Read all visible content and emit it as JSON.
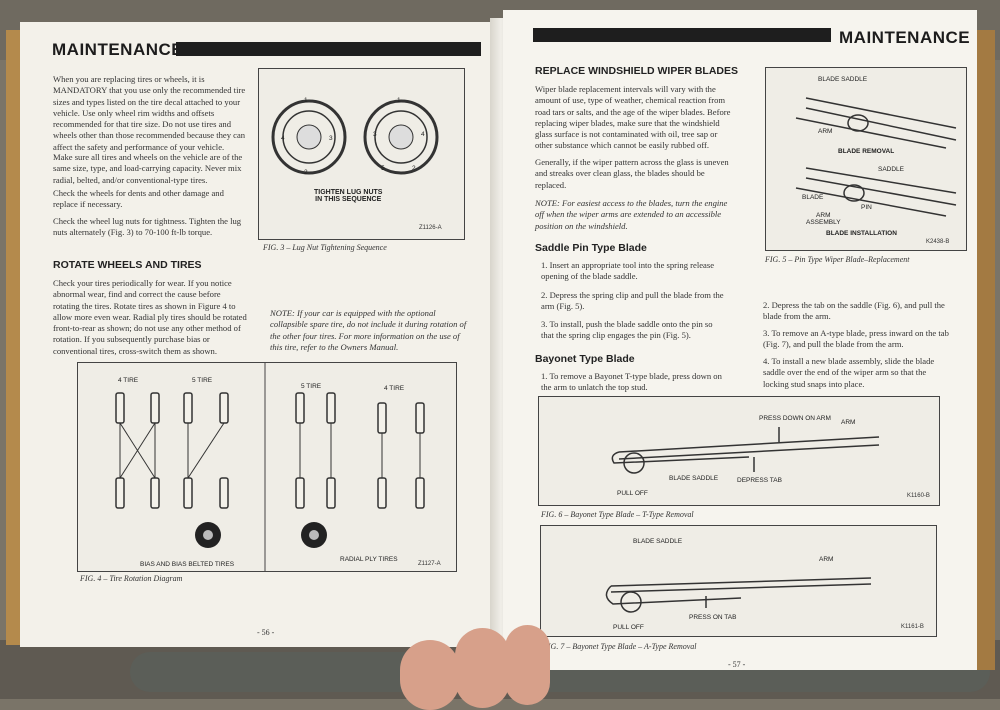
{
  "header": {
    "left": "MAINTENANCE",
    "right": "MAINTENANCE"
  },
  "left_page": {
    "intro": "When you are replacing tires or wheels, it is\nMANDATORY that you use only the recommended tire\nsizes and types listed on the tire decal attached to your\nvehicle. Use only wheel rim widths and offsets\nrecommended for that tire size. Do not use tires and\nwheels other than those recommended because they can\naffect the safety and performance of your vehicle.",
    "p2": "Make sure all tires and wheels on the vehicle are of the\nsame size, type, and load-carrying capacity. Never mix\nradial, belted, and/or conventional-type tires.",
    "p3": "Check the wheels for dents and other damage and\nreplace if necessary.",
    "p4": "Check the wheel lug nuts for tightness. Tighten the lug\nnuts alternately (Fig. 3) to 70-100 ft-lb torque.",
    "rotate_heading": "ROTATE WHEELS AND TIRES",
    "rotate_text": "Check your tires periodically for wear. If you notice\nabnormal wear, find and correct the cause before\nrotating the tires. Rotate tires as shown in Figure 4 to\nallow more even wear. Radial ply tires should be rotated\nfront-to-rear as shown; do not use any other method of\nrotation. If you subsequently purchase bias or\nconventional tires, cross-switch them as shown.",
    "note": "NOTE: If your car is equipped with the optional\ncollapsible spare tire, do not include it during rotation of\nthe other four tires. For more information on the use of\nthis tire, refer to the Owners Manual.",
    "fig3": {
      "label": "TIGHTEN LUG NUTS\nIN THIS SEQUENCE",
      "code": "Z1126-A",
      "caption": "FIG. 3 – Lug Nut Tightening Sequence",
      "seq4": [
        "1",
        "2",
        "3",
        "4"
      ],
      "seq5": [
        "1",
        "2",
        "3",
        "4",
        "5"
      ]
    },
    "fig4": {
      "label_4tire_a": "4 TIRE",
      "label_5tire_a": "5 TIRE",
      "label_5tire_b": "5 TIRE",
      "label_4tire_b": "4 TIRE",
      "bias": "BIAS AND BIAS BELTED TIRES",
      "radial": "RADIAL PLY TIRES",
      "code": "Z1127-A",
      "caption": "FIG. 4 – Tire Rotation Diagram"
    },
    "page_number": "- 56 -"
  },
  "right_page": {
    "heading": "REPLACE WINDSHIELD WIPER BLADES",
    "p1": "Wiper blade replacement intervals will vary with the\namount of use, type of weather, chemical reaction from\nroad tars or salts, and the age of the wiper blades. Before\nreplacing wiper blades, make sure that the windshield\nglass surface is not contaminated with oil, tree sap or\nother substance which cannot be easily rubbed off.",
    "p2": "Generally, if the wiper pattern across the glass is uneven\nand streaks over clean glass, the blades should be\nreplaced.",
    "note": "NOTE: For easiest access to the blades, turn the engine\noff when the wiper arms are extended to an accessible\nposition on the windshield.",
    "saddle_heading": "Saddle Pin Type Blade",
    "saddle_steps": [
      "1. Insert an appropriate tool into the spring release\n    opening of the blade saddle.",
      "2. Depress the spring clip and pull the blade from the\n    arm (Fig. 5).",
      "3. To install, push the blade saddle onto the pin so\n    that the spring clip engages the pin (Fig. 5)."
    ],
    "bayonet_heading": "Bayonet Type Blade",
    "bayonet_step1": "1. To remove a Bayonet T-type blade, press down on\n    the arm to unlatch the top stud.",
    "steps_right": [
      "2. Depress the tab on the saddle (Fig. 6), and pull the\n    blade from the arm.",
      "3. To remove an A-type blade, press inward on the tab\n    (Fig. 7), and pull the blade from the arm.",
      "4. To install a new blade assembly, slide the blade\n    saddle over the end of the wiper arm so that the\n    locking stud snaps into place."
    ],
    "fig5": {
      "blade_saddle": "BLADE SADDLE",
      "arm": "ARM",
      "blade_removal": "BLADE REMOVAL",
      "saddle": "SADDLE",
      "blade": "BLADE",
      "pin": "PIN",
      "arm_assembly": "ARM\nASSEMBLY",
      "blade_installation": "BLADE INSTALLATION",
      "code": "K2438-B",
      "caption": "FIG. 5 – Pin Type Wiper Blade–Replacement"
    },
    "fig6": {
      "press_down": "PRESS DOWN ON ARM",
      "arm": "ARM",
      "blade_saddle": "BLADE SADDLE",
      "depress_tab": "DEPRESS TAB",
      "pull_off": "PULL OFF",
      "code": "K1160-B",
      "caption": "FIG. 6 – Bayonet Type Blade – T-Type Removal"
    },
    "fig7": {
      "blade_saddle": "BLADE SADDLE",
      "arm": "ARM",
      "press_tab": "PRESS ON TAB",
      "pull_off": "PULL OFF",
      "code": "K1161-B",
      "caption": "FIG. 7 – Bayonet Type Blade – A-Type Removal"
    },
    "page_number": "- 57 -"
  }
}
